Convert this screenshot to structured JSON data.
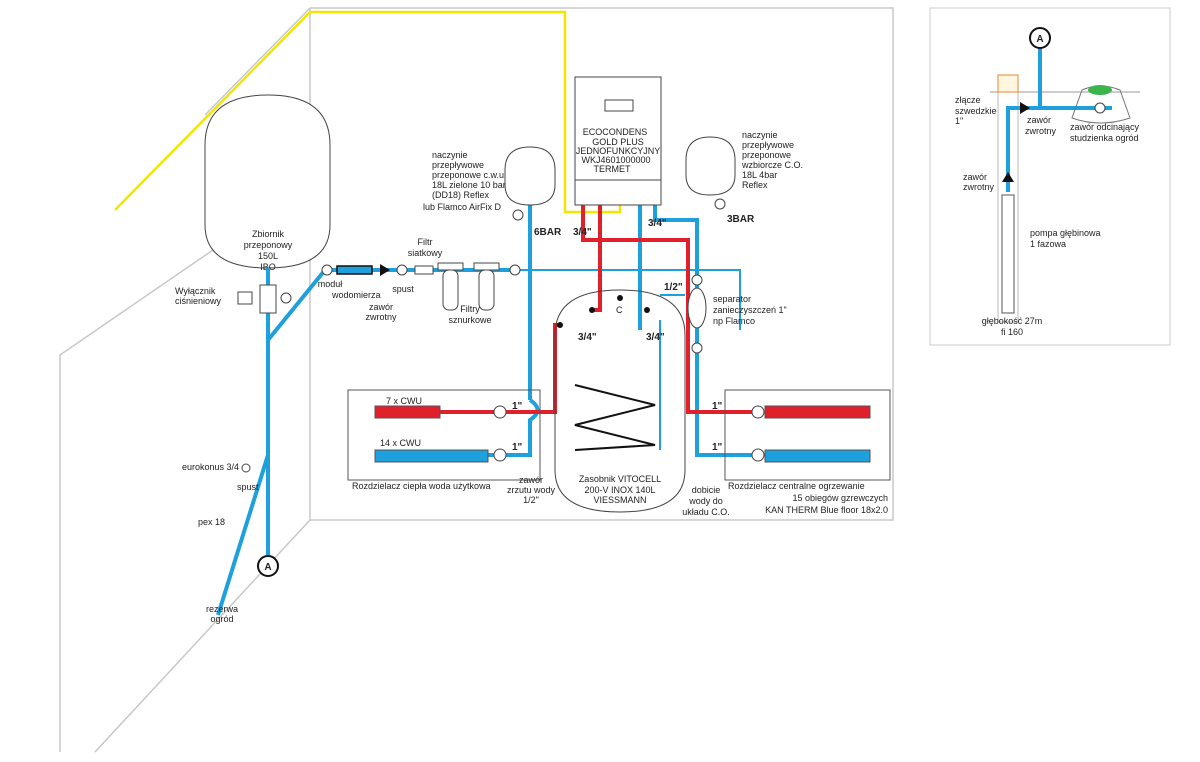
{
  "colors": {
    "cold_water": "#1ea0dc",
    "hot_water": "#e0202a",
    "electric": "#f2e600"
  },
  "tank": {
    "lines": [
      "Zbiornik",
      "przeponowy",
      "150L",
      "IBO"
    ]
  },
  "pressure_switch": {
    "lines": [
      "Wyłącznik",
      "ciśnieniowy"
    ]
  },
  "water_meter": {
    "lines": [
      "moduł",
      "wodomierza"
    ]
  },
  "check_valve": {
    "lines": [
      "zawór",
      "zwrotny"
    ]
  },
  "drain": "spust",
  "mesh_filter": {
    "lines": [
      "Filtr",
      "siatkowy"
    ]
  },
  "string_filters": {
    "lines": [
      "Filtry",
      "sznurkowe"
    ]
  },
  "dhw_vessel": {
    "lines": [
      "naczynie",
      "przepływowe",
      "przeponowe c.w.u",
      "18L zielone 10 bar",
      "(DD18) Reflex",
      "lub Flamco AirFix D"
    ],
    "pressure": "6BAR"
  },
  "boiler": {
    "lines": [
      "ECOCONDENS",
      "GOLD PLUS",
      "JEDNOFUNKCYJNY",
      "WKJ4601000000",
      "TERMET"
    ]
  },
  "ch_vessel": {
    "lines": [
      "naczynie",
      "przepływowe",
      "przeponowe",
      "wzbiorcze C.O.",
      "18L 4bar",
      "Reflex"
    ],
    "pressure": "3BAR"
  },
  "sizes": {
    "s34a": "3/4\"",
    "s34b": "3/4\"",
    "s12": "1/2\"",
    "s34c": "3/4\"",
    "s34d": "3/4\"",
    "s1a": "1\"",
    "s1b": "1\"",
    "s1c": "1\"",
    "s1d": "1\""
  },
  "separator": {
    "lines": [
      "separator",
      "zanieczyszczeń 1\"",
      "np Flamco"
    ]
  },
  "cylinder": {
    "lines": [
      "Zasobnik VITOCELL",
      "200-V INOX 140L",
      "VIESSMANN"
    ],
    "c": "C"
  },
  "dhw_manifold": {
    "title": "Rozdzielacz ciepła woda użytkowa",
    "hot": "7 x CWU",
    "cold": "14 x CWU"
  },
  "drain_valve": {
    "lines": [
      "zawór",
      "zrzutu wody",
      "1/2\""
    ]
  },
  "fill_valve": {
    "lines": [
      "dobicie",
      "wody do",
      "układu C.O."
    ]
  },
  "ch_manifold": {
    "title": "Rozdzielacz centralne ogrzewanie",
    "lines": [
      "15 obiegów gzrewczych",
      "KAN THERM Blue floor 18x2.0"
    ]
  },
  "eurokonus": "eurokonus 3/4",
  "drain2": "spust",
  "pex": "pex 18",
  "connector_a": "A",
  "garden": {
    "lines": [
      "rezerwa",
      "ogród"
    ]
  },
  "well": {
    "connector": "A",
    "coupling": {
      "lines": [
        "złącze",
        "szwedzkie",
        "1\""
      ]
    },
    "check_valve1": {
      "lines": [
        "zawór",
        "zwrotny"
      ]
    },
    "shutoff": {
      "lines": [
        "zawór odcinający",
        "studzienka ogród"
      ]
    },
    "check_valve2": {
      "lines": [
        "zawór",
        "zwrotny"
      ]
    },
    "pump": {
      "lines": [
        "pompa głębinowa",
        "1 fazowa"
      ]
    },
    "depth": {
      "lines": [
        "głębokość 27m",
        "fi 160"
      ]
    }
  }
}
